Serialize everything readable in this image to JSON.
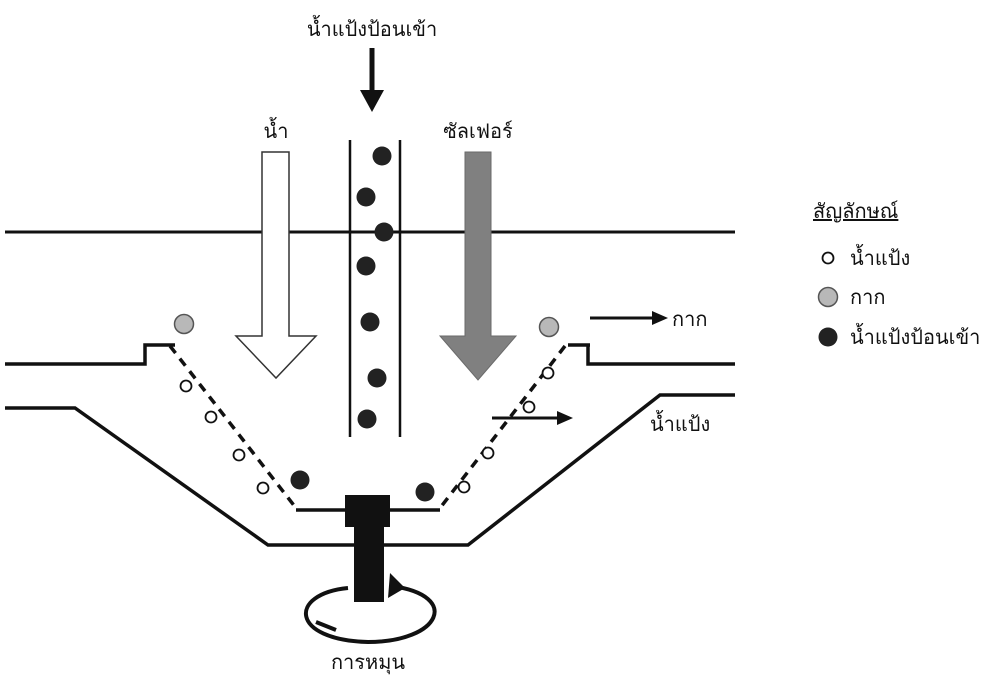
{
  "labels": {
    "feed_input": "น้ำแป้งป้อนเข้า",
    "water": "น้ำ",
    "sulfur": "ซัลเฟอร์",
    "residue_out": "กาก",
    "starch_out": "น้ำแป้ง",
    "rotation": "การหมุน"
  },
  "legend": {
    "title": "สัญลักษณ์",
    "items": [
      {
        "label": "น้ำแป้ง",
        "symbol": "open-circle",
        "color": "#ffffff"
      },
      {
        "label": "กาก",
        "symbol": "gray-circle",
        "color": "#b8b8b8"
      },
      {
        "label": "น้ำแป้งป้อนเข้า",
        "symbol": "black-circle",
        "color": "#222222"
      }
    ]
  },
  "colors": {
    "line": "#111111",
    "sulfur_arrow": "#808080",
    "water_arrow": "#ffffff",
    "starch_particle": "#ffffff",
    "residue_particle": "#b8b8b8",
    "feed_particle": "#222222"
  }
}
